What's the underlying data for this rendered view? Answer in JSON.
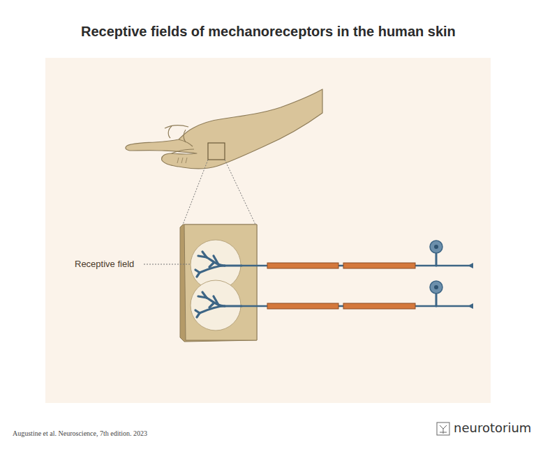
{
  "diagram": {
    "title": "Receptive fields of mechanoreceptors in the human skin",
    "labels": [
      "Receptive field",
      "Augustine et al. Neuroscience, 7th edition. 2023",
      "neurotorium"
    ]
  }
}
